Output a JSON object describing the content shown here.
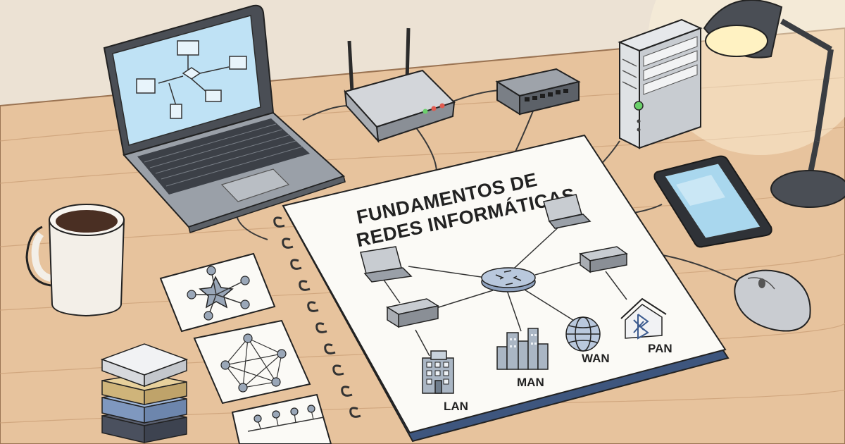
{
  "notebook": {
    "title_line1": "FUNDAMENTOS DE",
    "title_line2": "REDES INFORMÁTICAS",
    "labels": {
      "lan": "LAN",
      "man": "MAN",
      "wan": "WAN",
      "pan": "PAN"
    }
  },
  "colors": {
    "wall": "#ece2d4",
    "desk": "#e7c39d",
    "paper": "#fbfaf6",
    "device_gray": "#8b8f96",
    "led_green": "#6ad06a",
    "led_red": "#e05a4f",
    "mug": "#f3efe8",
    "coffee": "#4a2f23"
  },
  "icons": {
    "laptop": "laptop-icon",
    "router": "router-icon",
    "switch": "network-switch-icon",
    "server": "server-tower-icon",
    "tablet": "tablet-icon",
    "mouse": "mouse-icon",
    "lamp": "desk-lamp-icon",
    "mug": "coffee-mug-icon",
    "globe": "globe-icon",
    "building": "building-icon",
    "city": "city-skyline-icon",
    "home_bluetooth": "bluetooth-home-icon"
  }
}
